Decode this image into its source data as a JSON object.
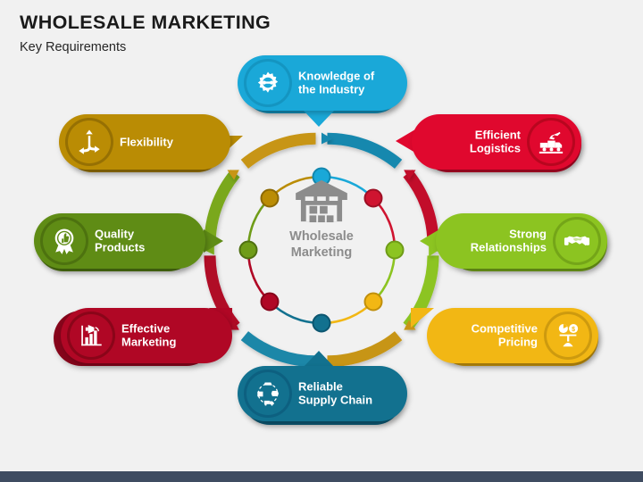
{
  "header": {
    "title": "WHOLESALE MARKETING",
    "subtitle": "Key Requirements"
  },
  "hub": {
    "icon": "warehouse-icon",
    "label_line1": "Wholesale",
    "label_line2": "Marketing",
    "text_color": "#8c8c8c"
  },
  "colors": {
    "background": "#f1f1f1",
    "footer_bar": "#3f4c61",
    "title": "#1a1a1a"
  },
  "callouts": [
    {
      "id": "knowledge-of-the-industry",
      "line1": "Knowledge of",
      "line2": "the Industry",
      "icon": "gear-icon",
      "color": "#1aa8d8",
      "dark": "#1287ae",
      "badge": "#1aa8d8",
      "badge_ring": "#1495c1",
      "position": "top",
      "icon_side": "left"
    },
    {
      "id": "efficient-logistics",
      "line1": "Efficient",
      "line2": "Logistics",
      "icon": "logistics-icon",
      "color": "#e0082e",
      "dark": "#ae0724",
      "badge": "#e0082e",
      "badge_ring": "#b8061f",
      "position": "top-right",
      "icon_side": "right"
    },
    {
      "id": "strong-relationships",
      "line1": "Strong",
      "line2": "Relationships",
      "icon": "handshake-icon",
      "color": "#8cc421",
      "dark": "#6f9c18",
      "badge": "#8cc421",
      "badge_ring": "#74a518",
      "position": "right",
      "icon_side": "right"
    },
    {
      "id": "competitive-pricing",
      "line1": "Competitive",
      "line2": "Pricing",
      "icon": "price-scale-icon",
      "color": "#f2b714",
      "dark": "#c08f0c",
      "badge": "#f2b714",
      "badge_ring": "#cd9a0f",
      "position": "bottom-right",
      "icon_side": "right"
    },
    {
      "id": "reliable-supply-chain",
      "line1": "Reliable",
      "line2": "Supply Chain",
      "icon": "supply-chain-icon",
      "color": "#12718f",
      "dark": "#0c5670",
      "badge": "#12718f",
      "badge_ring": "#0d6080",
      "position": "bottom",
      "icon_side": "left"
    },
    {
      "id": "effective-marketing",
      "line1": "Effective",
      "line2": "Marketing",
      "icon": "marketing-chart-icon",
      "color": "#b00725",
      "dark": "#86051b",
      "badge": "#b00725",
      "badge_ring": "#8a0519",
      "position": "bottom-left",
      "icon_side": "left"
    },
    {
      "id": "quality-products",
      "line1": "Quality",
      "line2": "Products",
      "icon": "award-ribbon-icon",
      "color": "#5f8c15",
      "dark": "#4a6e10",
      "badge": "#5f8c15",
      "badge_ring": "#4d720f",
      "position": "left",
      "icon_side": "left"
    },
    {
      "id": "flexibility",
      "line1": "Flexibility",
      "line2": "",
      "icon": "flexible-arrows-icon",
      "color": "#ba8c04",
      "dark": "#916d03",
      "badge": "#ba8c04",
      "badge_ring": "#967003",
      "position": "top-left",
      "icon_side": "left"
    }
  ],
  "outer_ring": {
    "segments": [
      {
        "name": "segment-knowledge",
        "color": "#1788ae"
      },
      {
        "name": "segment-logistics",
        "color": "#c20a2b"
      },
      {
        "name": "segment-relationships",
        "color": "#8cc421"
      },
      {
        "name": "segment-pricing",
        "color": "#c79512"
      },
      {
        "name": "segment-supply-chain",
        "color": "#1b87a8"
      },
      {
        "name": "segment-marketing",
        "color": "#b00725"
      },
      {
        "name": "segment-quality",
        "color": "#7aa81c"
      },
      {
        "name": "segment-flexibility",
        "color": "#c79512"
      }
    ]
  },
  "inner_ring": {
    "nodes": [
      {
        "name": "node-top",
        "color": "#1aa8d8"
      },
      {
        "name": "node-top-right",
        "color": "#cf1430"
      },
      {
        "name": "node-right",
        "color": "#8cc421"
      },
      {
        "name": "node-bottom-right",
        "color": "#f2b714"
      },
      {
        "name": "node-bottom",
        "color": "#12718f"
      },
      {
        "name": "node-bottom-left",
        "color": "#b00725"
      },
      {
        "name": "node-left",
        "color": "#6f9c18"
      },
      {
        "name": "node-top-left",
        "color": "#ba8c04"
      }
    ]
  }
}
